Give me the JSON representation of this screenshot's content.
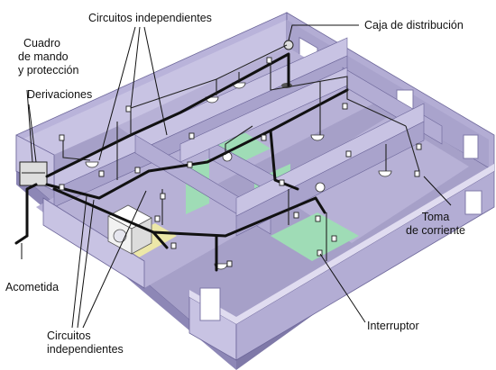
{
  "labels": {
    "circuitos_top": "Circuitos independientes",
    "caja": "Caja de distribución",
    "cuadro_l1": "Cuadro",
    "cuadro_l2": "de mando",
    "cuadro_l3": "y protección",
    "derivaciones": "Derivaciones",
    "toma_l1": "Toma",
    "toma_l2": "de corriente",
    "acometida": "Acometida",
    "interruptor": "Interruptor",
    "circuitos_bottom_l1": "Circuitos",
    "circuitos_bottom_l2": "independientes"
  },
  "colors": {
    "wall_front": "#a9a3cc",
    "wall_top": "#c8c3e3",
    "wall_dark": "#8d87b6",
    "floor": "#a6a0c8",
    "floor_light": "#b7b1d6",
    "green_zone": "#9fdcb6",
    "cable": "#111111",
    "leader": "#111111"
  }
}
